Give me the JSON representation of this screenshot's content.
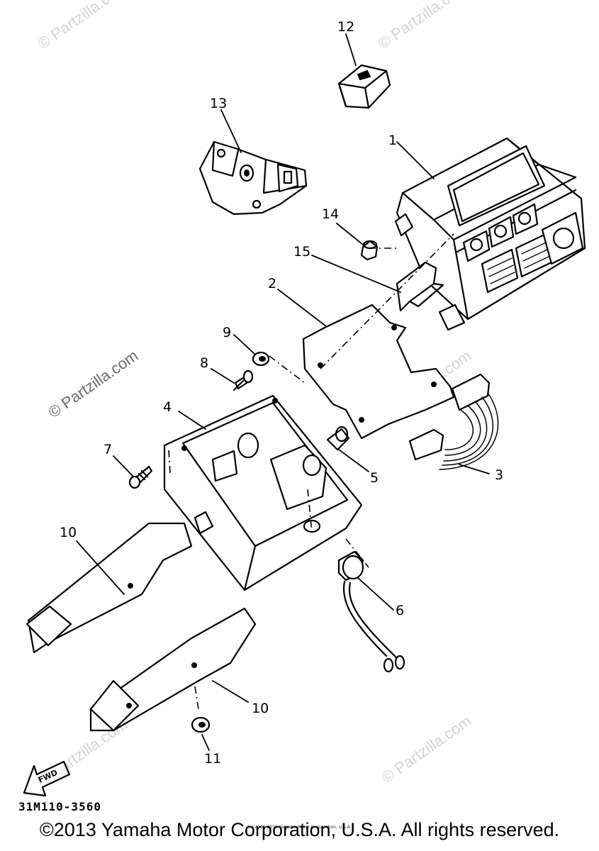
{
  "watermark_text": "© Partzilla.com",
  "callouts": [
    "1",
    "2",
    "3",
    "4",
    "5",
    "6",
    "7",
    "8",
    "9",
    "10",
    "10",
    "11",
    "12",
    "13",
    "14",
    "15"
  ],
  "fwd_label": "FWD",
  "diagram_ref": "31M110-3560",
  "copyright": "©2013 Yamaha Motor Corporation, U.S.A. All rights reserved.",
  "fine_print": "(c) 2005-2016 Yamaha Motor Corporation, U.S.A."
}
